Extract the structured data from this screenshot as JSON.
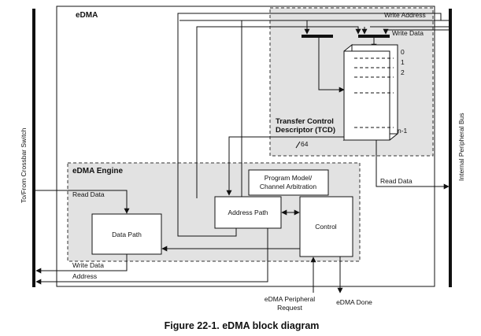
{
  "title": "eDMA",
  "left_bus_label": "To/From Crossbar Switch",
  "right_bus_label": "Internal Peripheral Bus",
  "tcd": {
    "label_line1": "Transfer Control",
    "label_line2": "Descriptor (TCD)",
    "rows": [
      "0",
      "1",
      "2",
      "n-1"
    ],
    "bus_width": "64"
  },
  "engine": {
    "title": "eDMA Engine",
    "program_model_line1": "Program Model/",
    "program_model_line2": "Channel Arbitration",
    "address_path": "Address Path",
    "data_path": "Data Path",
    "control": "Control"
  },
  "signals": {
    "write_address": "Write Address",
    "write_data_top": "Write Data",
    "read_data_right": "Read Data",
    "read_data_left": "Read Data",
    "write_data_left": "Write Data",
    "address_left": "Address",
    "peripheral_request_line1": "eDMA Peripheral",
    "peripheral_request_line2": "Request",
    "edma_done": "eDMA Done"
  },
  "caption": "Figure 22-1. eDMA block diagram"
}
